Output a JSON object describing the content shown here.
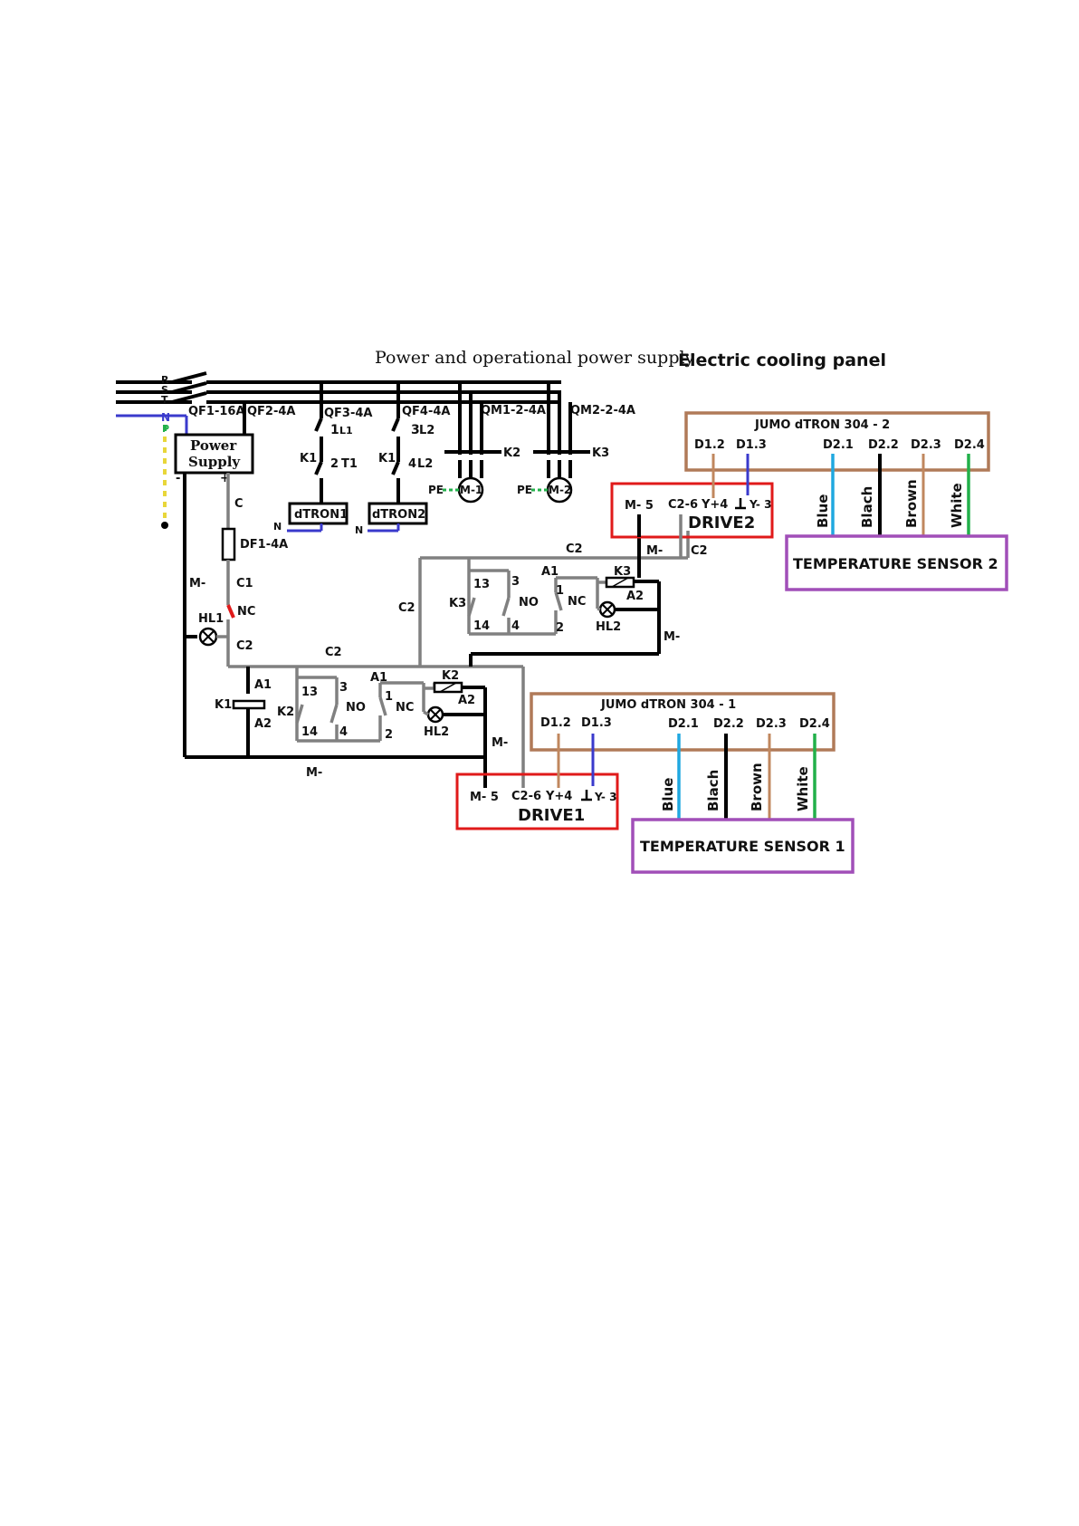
{
  "diagram": {
    "title_left": "Power and operational power supply",
    "title_right": "Electric cooling panel",
    "phases": [
      "R",
      "S",
      "T"
    ],
    "neutral": "N",
    "protective": "P",
    "breakers": {
      "qf1": "QF1-16A",
      "qf2": "QF2-4A",
      "qf3": "QF3-4A",
      "qf4": "QF4-4A",
      "qm1": "QM1-2-4A",
      "qm2": "QM2-2-4A",
      "df1": "DF1-4A"
    },
    "power_supply": {
      "line1": "Power",
      "line2": "Supply",
      "plus": "+",
      "minus": "-"
    },
    "contactors": {
      "k1": "K1",
      "k2": "K2",
      "k3": "K3"
    },
    "terminals": {
      "l1_1": "1",
      "l1": "L1",
      "t1_2": "2",
      "t1": "T1",
      "l2_3": "3",
      "l2": "L2",
      "l2_4": "4",
      "n1": "N",
      "n2": "N",
      "pe": "PE"
    },
    "controllers": {
      "dtron1": "dTRON1",
      "dtron2": "dTRON2"
    },
    "motors": {
      "m1": "M-1",
      "m2": "M-2"
    },
    "control_labels": {
      "c": "C",
      "c1": "C1",
      "c2": "C2",
      "m_minus": "M-",
      "hl1": "HL1",
      "hl2": "HL2",
      "nc": "NC",
      "no": "NO",
      "a1": "A1",
      "a2": "A2",
      "pin13": "13",
      "pin3": "3",
      "pin14": "14",
      "pin4": "4",
      "pin1": "1",
      "pin2": "2"
    },
    "drive1": {
      "name": "DRIVE1",
      "m": "M- 5",
      "c": "C2-6",
      "yp": "Y+4",
      "ym": "Y- 3"
    },
    "drive2": {
      "name": "DRIVE2",
      "m": "M- 5",
      "c": "C2-6",
      "yp": "Y+4",
      "ym": "Y- 3"
    },
    "jumo1": {
      "title": "JUMO dTRON 304 - 1",
      "pins": [
        "D1.2",
        "D1.3",
        "D2.1",
        "D2.2",
        "D2.3",
        "D2.4"
      ]
    },
    "jumo2": {
      "title": "JUMO dTRON 304 - 2",
      "pins": [
        "D1.2",
        "D1.3",
        "D2.1",
        "D2.2",
        "D2.3",
        "D2.4"
      ]
    },
    "sensor1": {
      "name": "TEMPERATURE SENSOR 1"
    },
    "sensor2": {
      "name": "TEMPERATURE SENSOR 2"
    },
    "wire_colors": {
      "blue": "Blue",
      "black": "Blach",
      "brown": "Brown",
      "white": "White"
    },
    "colors": {
      "power_wire": "#000000",
      "control_wire": "#808080",
      "neutral_wire": "#3a3acc",
      "earth_wire": "#22b04a",
      "drive_box": "#e01a1a",
      "controller_box": "#b07a58",
      "sensor_box": "#a14fb8"
    }
  }
}
